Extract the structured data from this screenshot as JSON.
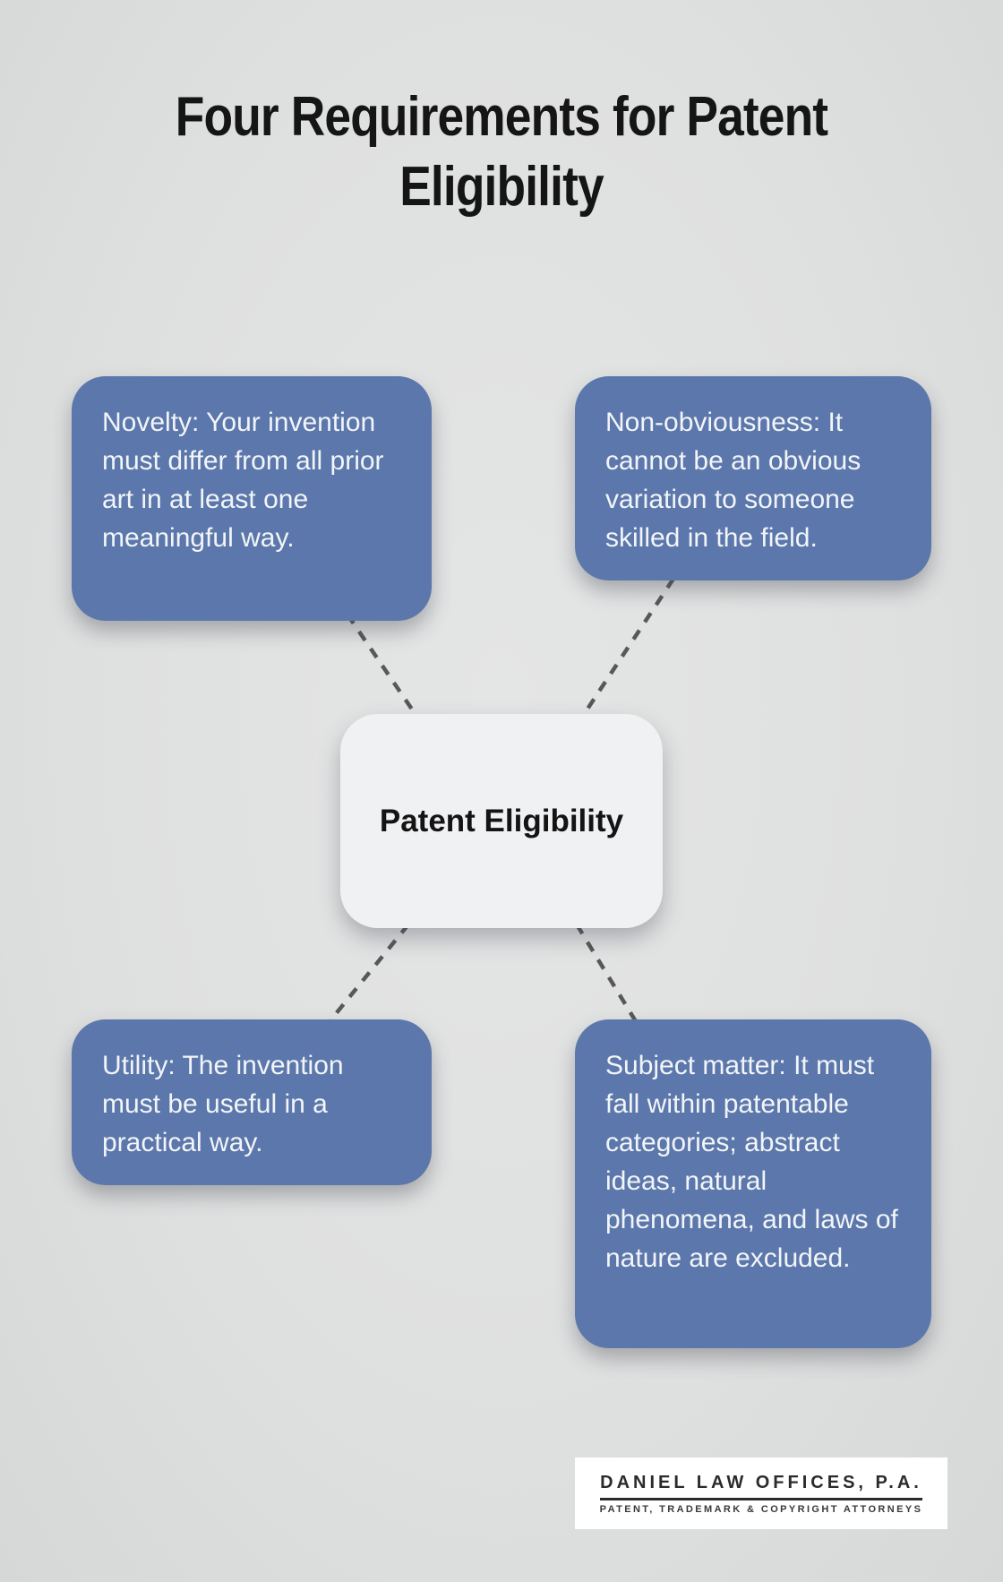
{
  "title": {
    "line1": "Four Requirements for Patent",
    "line2": "Eligibility"
  },
  "center_node": {
    "label": "Patent Eligibility"
  },
  "requirements": [
    {
      "name": "novelty",
      "text": "Novelty: Your invention must differ from all prior art in at least one meaningful way."
    },
    {
      "name": "non-obviousness",
      "text": "Non-obviousness: It cannot be an obvious variation to someone skilled in the field."
    },
    {
      "name": "utility",
      "text": "Utility: The invention must be useful in a practical way."
    },
    {
      "name": "subject-matter",
      "text": "Subject matter: It must fall within patentable categories; abstract ideas, natural phenomena, and laws of nature are excluded."
    }
  ],
  "footer": {
    "logo_name": "DANIEL LAW OFFICES, P.A.",
    "logo_tagline": "PATENT, TRADEMARK & COPYRIGHT ATTORNEYS"
  },
  "colors": {
    "background": "#dfe0e0",
    "card_blue": "#5c77ab",
    "card_text": "#f2f5f8",
    "center_card_bg": "#f0f1f3",
    "connector_gray": "#56595a",
    "title_text": "#151515",
    "logo_text": "#2b2b2b",
    "logo_bg": "#ffffff"
  }
}
